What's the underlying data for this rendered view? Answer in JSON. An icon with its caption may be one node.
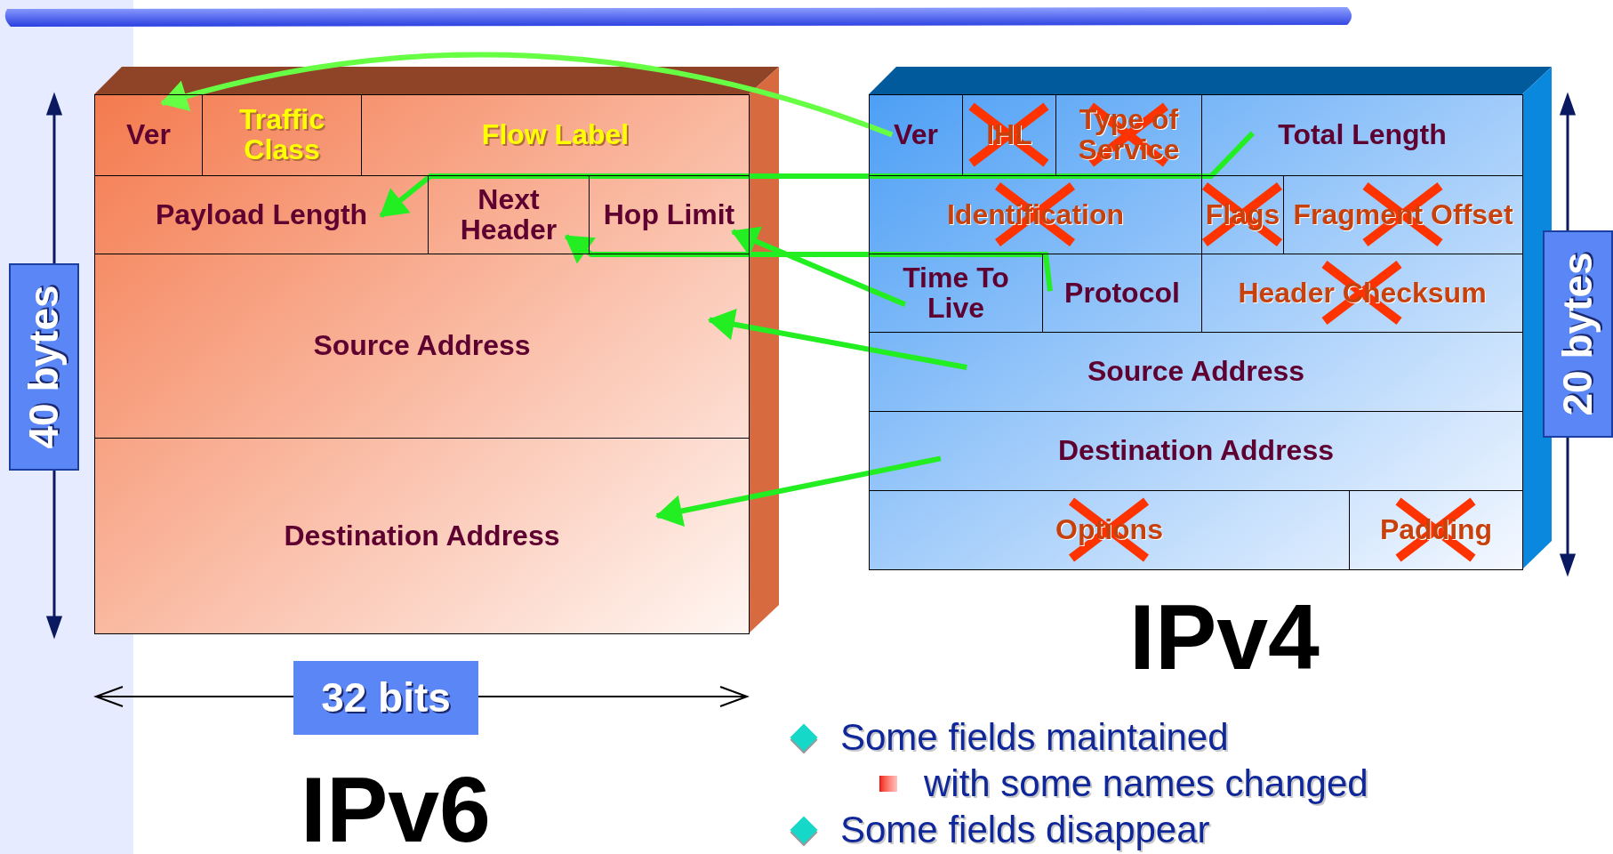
{
  "diagram": {
    "nodes": [
      {
        "text": [
          "Ver"
        ]
      },
      {
        "text": [
          "Traffic Class"
        ]
      },
      {
        "text": [
          "Flow Label"
        ]
      },
      {
        "text": [
          "Payload Length"
        ]
      },
      {
        "text": [
          "Next Header"
        ]
      },
      {
        "text": [
          "Hop Limit"
        ]
      },
      {
        "text": [
          "Source Address"
        ]
      },
      {
        "text": [
          "Destination Address"
        ]
      },
      {
        "text": [
          "Ver"
        ]
      },
      {
        "text": [
          "IHL"
        ]
      },
      {
        "text": [
          "Type of Service"
        ]
      },
      {
        "text": [
          "Total Length"
        ]
      },
      {
        "text": [
          "Identification"
        ]
      },
      {
        "text": [
          "Flags"
        ]
      },
      {
        "text": [
          "Fragment Offset"
        ]
      },
      {
        "text": [
          "Time To Live"
        ]
      },
      {
        "text": [
          "Protocol"
        ]
      },
      {
        "text": [
          "Header Checksum"
        ]
      },
      {
        "text": [
          "Source Address"
        ]
      },
      {
        "text": [
          "Destination Address"
        ]
      },
      {
        "text": [
          "Options"
        ]
      },
      {
        "text": [
          "Padding"
        ]
      }
    ],
    "edges": [
      {
        "from": 8,
        "to": 0,
        "arrow": "to",
        "color": "#66ff44"
      },
      {
        "from": 11,
        "to": 3,
        "arrow": "to"
      },
      {
        "from": 16,
        "to": 4,
        "arrow": "to"
      },
      {
        "from": 15,
        "to": 5,
        "arrow": "to"
      },
      {
        "from": 18,
        "to": 6,
        "arrow": "to"
      },
      {
        "from": 19,
        "to": 7,
        "arrow": "to"
      }
    ],
    "labels": [
      "40 bytes",
      "32 bits",
      "IPv6",
      "20 bytes",
      "IPv4",
      "Some fields maintained",
      "with some names changed",
      "Some fields disappear"
    ]
  }
}
